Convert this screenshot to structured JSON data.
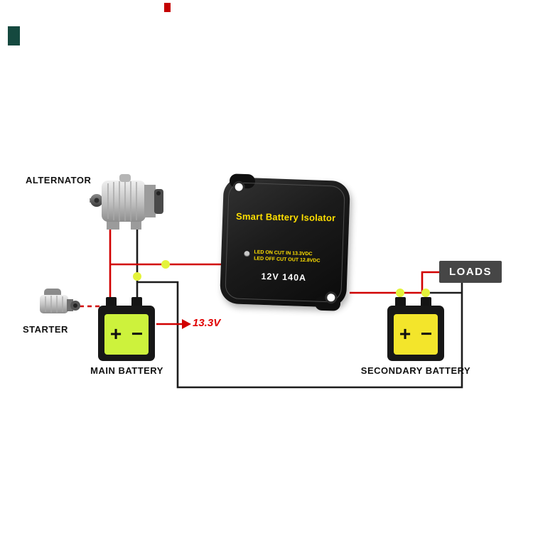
{
  "diagram": {
    "alternator_label": "ALTERNATOR",
    "starter_label": "STARTER",
    "main_battery_label": "MAIN BATTERY",
    "secondary_battery_label": "SECONDARY BATTERY",
    "loads_label": "LOADS",
    "voltage_label": "13.3V",
    "plus": "+",
    "minus": "−"
  },
  "isolator": {
    "title": "Smart Battery Isolator",
    "led_line1": "LED ON CUT IN 13.3VDC",
    "led_line2": "LED OFF CUT OUT 12.8VDC",
    "rating": "12V 140A"
  },
  "colors": {
    "wire_red": "#d10000",
    "wire_black": "#1c1c1c",
    "junction_dot": "#e4f33b",
    "main_battery_face": "#cdf23c",
    "secondary_battery_face": "#f3e52b",
    "isolator_text_yellow": "#ffdf00",
    "isolator_body": "#141414",
    "loads_bg": "#464646"
  }
}
